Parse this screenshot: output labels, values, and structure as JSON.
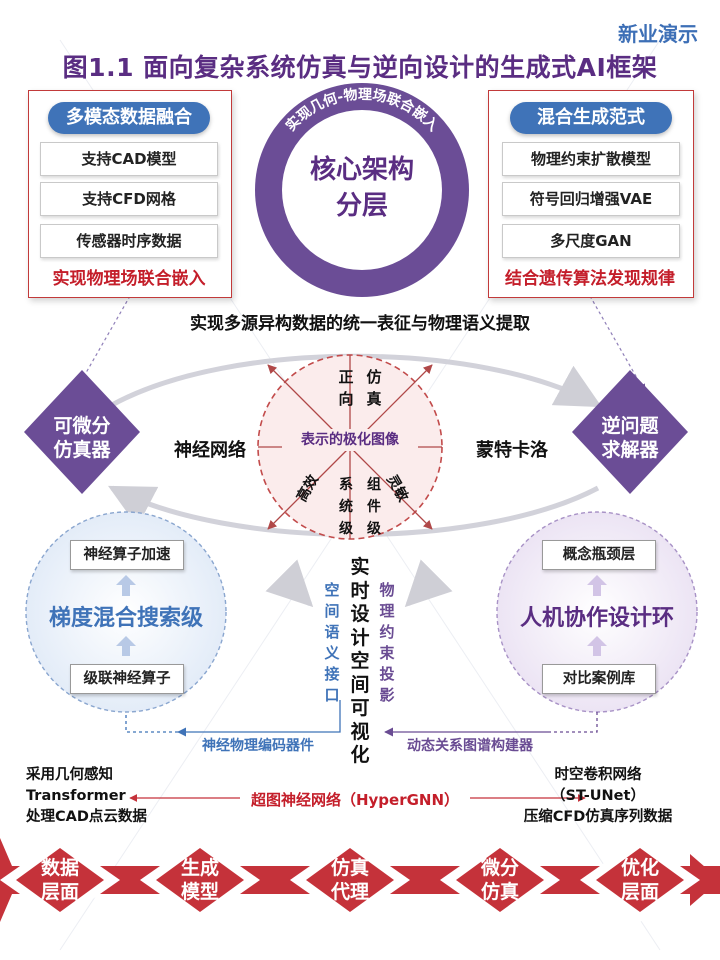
{
  "publisher": "新业演示",
  "figure_title": "图1.1  面向复杂系统仿真与逆向设计的生成式AI框架",
  "left_panel": {
    "header": "多模态数据融合",
    "items": [
      "支持CAD模型",
      "支持CFD网格",
      "传感器时序数据"
    ],
    "footer": "实现物理场联合嵌入"
  },
  "right_panel": {
    "header": "混合生成范式",
    "items": [
      "物理约束扩散模型",
      "符号回归增强VAE",
      "多尺度GAN"
    ],
    "footer": "结合遗传算法发现规律"
  },
  "core": {
    "ring_text": "实现几何-物理场联合嵌入",
    "title_line1": "核心架构",
    "title_line2": "分层"
  },
  "unified_caption": "实现多源异构数据的统一表征与物理语义提取",
  "left_diamond": {
    "line1": "可微分",
    "line2": "仿真器"
  },
  "right_diamond": {
    "line1": "逆问题",
    "line2": "求解器"
  },
  "left_label": "神经网络",
  "right_label": "蒙特卡洛",
  "polar": {
    "center_label": "表示的极化图像",
    "upper_left": "正向",
    "upper_right": "仿真",
    "lower_left_slant": "高效",
    "lower_left_vert": "系统级",
    "lower_right_vert": "组件级",
    "lower_right_slant": "灵敏"
  },
  "left_circle": {
    "top_box": "神经算子加速",
    "title": "梯度混合搜索级",
    "bottom_box": "级联神经算子"
  },
  "right_circle": {
    "top_box": "概念瓶颈层",
    "title": "人机协作设计环",
    "bottom_box": "对比案例库"
  },
  "center_vertical": "实时设计空间可视化",
  "left_vertical": "空间语义接口",
  "right_vertical": "物理约束投影",
  "left_arrow_label": "神经物理编码器件",
  "right_arrow_label": "动态关系图谱构建器",
  "bottom_left_text": [
    "采用几何感知",
    "Transformer",
    "处理CAD点云数据"
  ],
  "bottom_right_text": [
    "时空卷积网络",
    "（ST-UNet）",
    "压缩CFD仿真序列数据"
  ],
  "hypergnn_label": "超图神经网络（HyperGNN）",
  "stages": [
    {
      "line1": "数据",
      "line2": "层面"
    },
    {
      "line1": "生成",
      "line2": "模型"
    },
    {
      "line1": "仿真",
      "line2": "代理"
    },
    {
      "line1": "微分",
      "line2": "仿真"
    },
    {
      "line1": "优化",
      "line2": "层面"
    }
  ],
  "colors": {
    "purple": "#5a2d82",
    "blue": "#3f73b8",
    "red": "#c41e2a",
    "band": "#c5323a"
  }
}
